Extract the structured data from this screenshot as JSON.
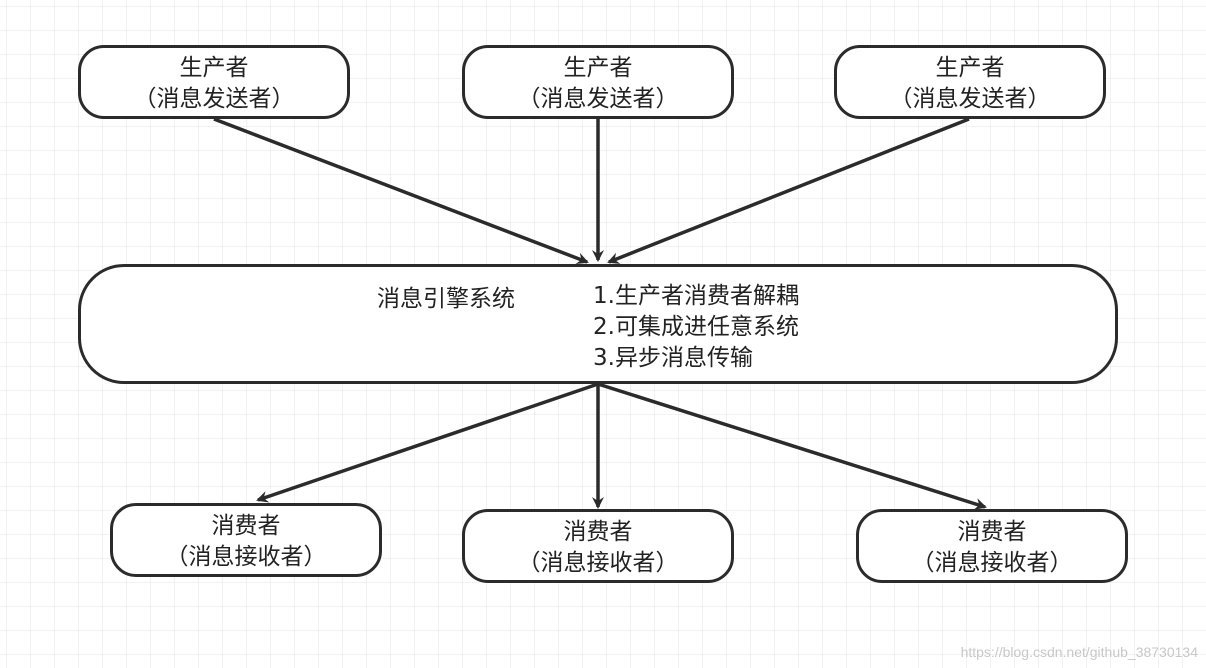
{
  "producers": [
    {
      "line1": "生产者",
      "line2": "（消息发送者）"
    },
    {
      "line1": "生产者",
      "line2": "（消息发送者）"
    },
    {
      "line1": "生产者",
      "line2": "（消息发送者）"
    }
  ],
  "engine": {
    "title": "消息引擎系统",
    "features": [
      "1.生产者消费者解耦",
      "2.可集成进任意系统",
      "3.异步消息传输"
    ]
  },
  "consumers": [
    {
      "line1": "消费者",
      "line2": "（消息接收者）"
    },
    {
      "line1": "消费者",
      "line2": "（消息接收者）"
    },
    {
      "line1": "消费者",
      "line2": "（消息接收者）"
    }
  ],
  "watermark": "https://blog.csdn.net/github_38730134",
  "colors": {
    "grid": "#e6e6e6",
    "stroke": "#2b2b2b",
    "background": "#ffffff"
  }
}
